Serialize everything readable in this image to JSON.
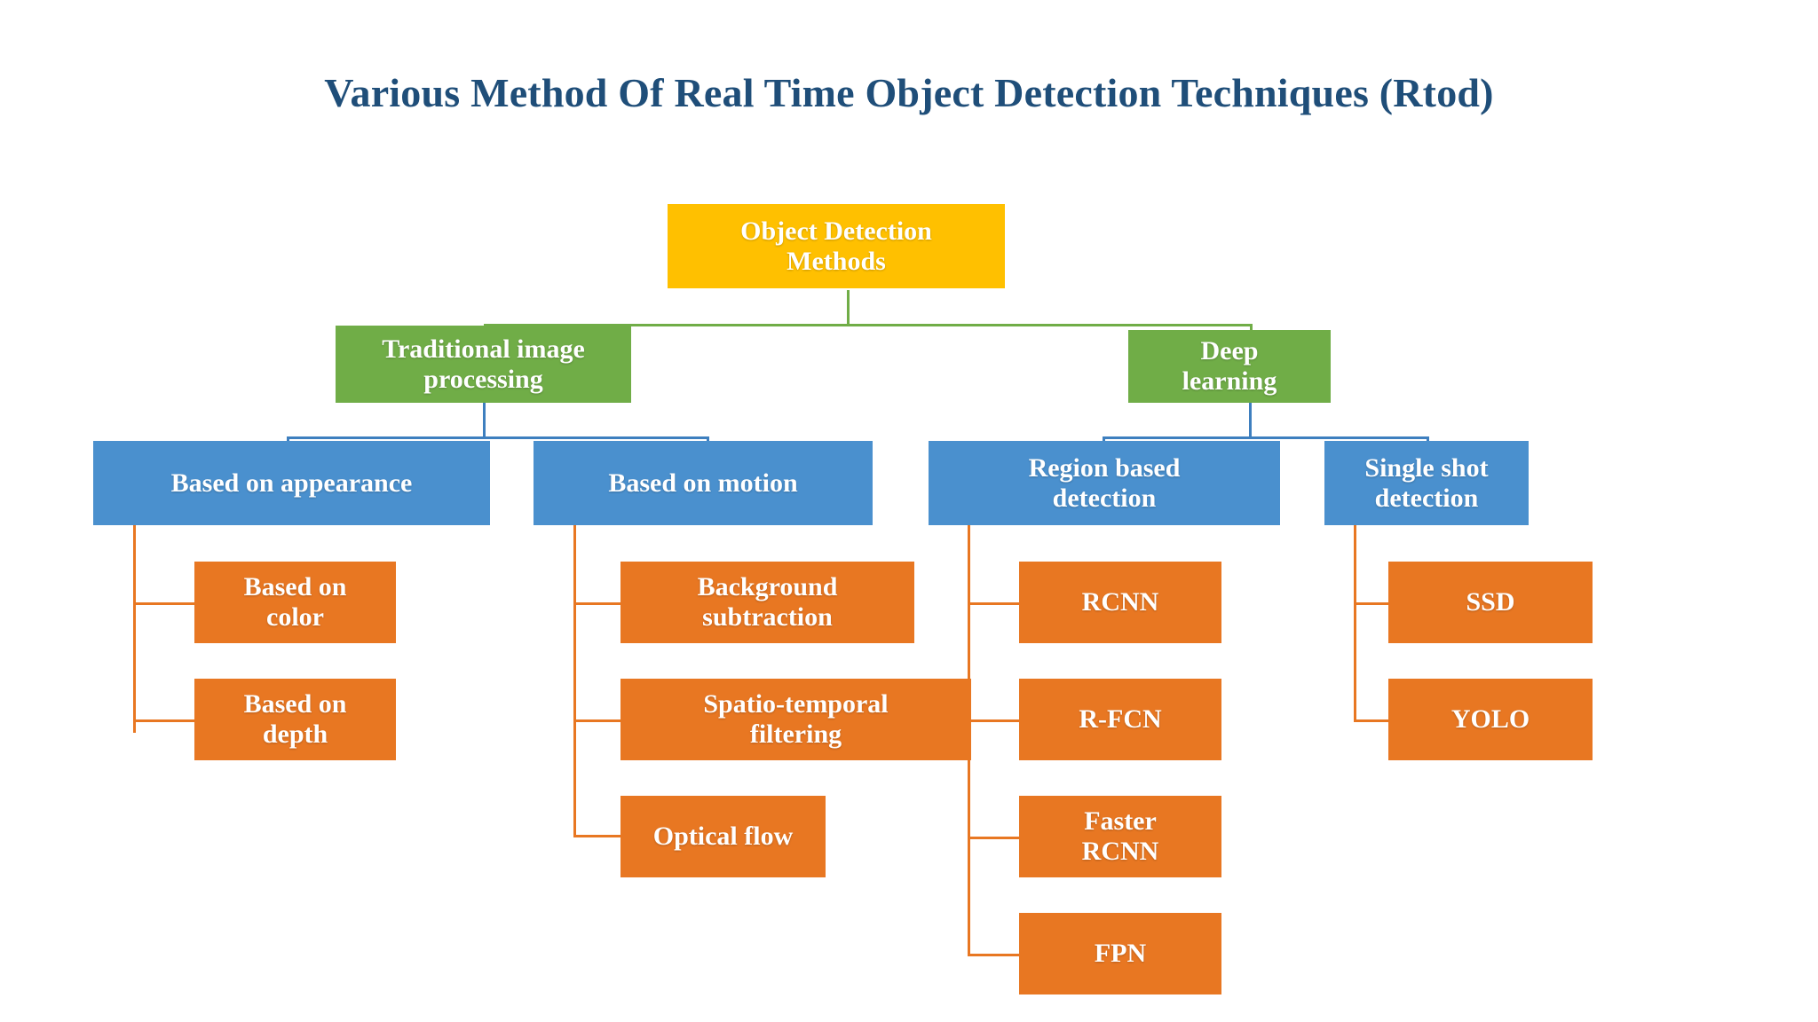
{
  "title": "Various Method Of Real Time Object Detection Techniques (Rtod)",
  "colors": {
    "title": "#1F4E79",
    "root": "#FFC000",
    "level2": "#70AD47",
    "level3": "#4A90CE",
    "leaf": "#E87722",
    "background": "#FFFFFF",
    "node_text": "#FFFFFF",
    "connector_green": "#70AD47",
    "connector_blue": "#3E7FBF",
    "connector_orange": "#E87722"
  },
  "root": {
    "label": "Object Detection\nMethods"
  },
  "level2": [
    {
      "label": "Traditional image\nprocessing"
    },
    {
      "label": "Deep\nlearning"
    }
  ],
  "level3": [
    {
      "label": "Based on appearance"
    },
    {
      "label": "Based on motion"
    },
    {
      "label": "Region based\ndetection"
    },
    {
      "label": "Single shot\ndetection"
    }
  ],
  "leaves": {
    "based_on_appearance": [
      {
        "label": "Based on\ncolor"
      },
      {
        "label": "Based on\ndepth"
      }
    ],
    "based_on_motion": [
      {
        "label": "Background\nsubtraction"
      },
      {
        "label": "Spatio-temporal\nfiltering"
      },
      {
        "label": "Optical flow"
      }
    ],
    "region_based_detection": [
      {
        "label": "RCNN"
      },
      {
        "label": "R-FCN"
      },
      {
        "label": "Faster\nRCNN"
      },
      {
        "label": "FPN"
      }
    ],
    "single_shot_detection": [
      {
        "label": "SSD"
      },
      {
        "label": "YOLO"
      }
    ]
  }
}
